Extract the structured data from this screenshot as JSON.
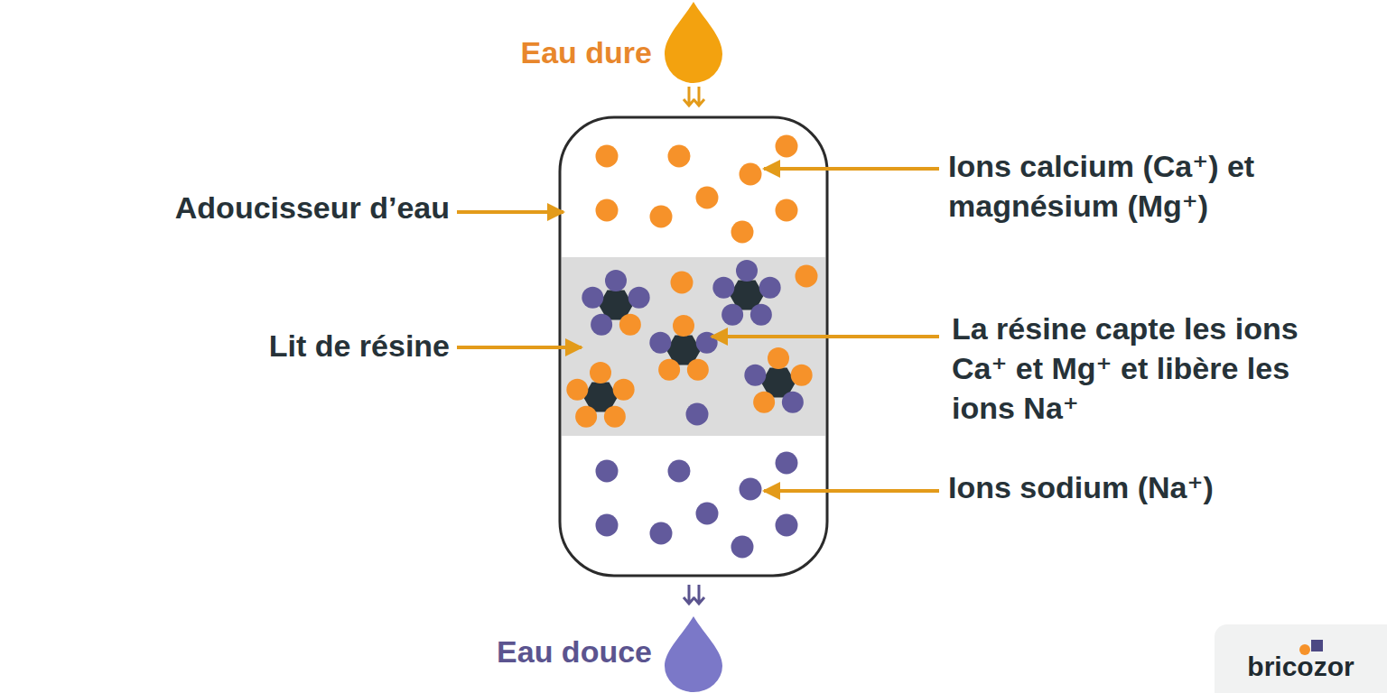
{
  "diagram": {
    "nodes": [
      {
        "text": [
          "bricozor"
        ]
      }
    ],
    "labels": [
      "Eau dure",
      "Adoucisseur d’eau",
      "Ions calcium (Ca⁺) et magnésium (Mg⁺)",
      "Lit de résine",
      "La résine capte les ions Ca⁺ et Mg⁺ et libère les ions Na⁺",
      "Ions sodium (Na⁺)",
      "Eau douce"
    ]
  }
}
